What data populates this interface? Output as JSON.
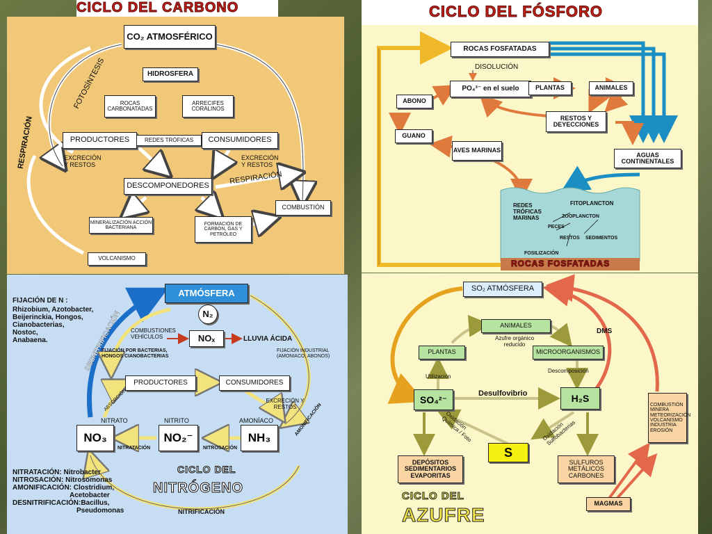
{
  "carbono": {
    "title": "CICLO DEL CARBONO",
    "co2": "CO₂ ATMOSFÉRICO",
    "hidrosfera": "HIDROSFERA",
    "rocas": "ROCAS CARBONATADAS",
    "arrecifes": "ARRECIFES CORALINOS",
    "productores": "PRODUCTORES",
    "redes": "REDES TRÓFICAS",
    "consumidores": "CONSUMIDORES",
    "excrecion1": "EXCRECIÓN Y RESTOS",
    "excrecion2": "EXCRECIÓN Y RESTOS",
    "descomponedores": "DESCOMPONEDORES",
    "respiracion_left": "RESPIRACIÓN",
    "respiracion_right": "RESPIRACIÓN",
    "fotosintesis": "FOTOSÍNTESIS",
    "combustion": "COMBUSTIÓN",
    "mineralizacion": "MINERALIZACIÓN ACCIÓN BACTERIANA",
    "formacion": "FORMACIÓN DE CARBÓN, GAS Y PETRÓLEO",
    "volcanismo": "VOLCANISMO"
  },
  "fosforo": {
    "title": "CICLO DEL FÓSFORO",
    "rocas_fosfatadas": "ROCAS FOSFATADAS",
    "disolucion": "DISOLUCIÓN",
    "po4": "PO₄³⁻ en el suelo",
    "plantas": "PLANTAS",
    "animales": "ANIMALES",
    "abono": "ABONO",
    "restos": "RESTOS Y DEYECCIONES",
    "guano": "GUANO",
    "aves": "AVES MARINAS",
    "aguas": "AGUAS CONTINENTALES",
    "redes": "REDES TRÓFICAS MARINAS",
    "fitoplancton": "FITOPLANCTON",
    "zooplancton": "ZOOPLANCTON",
    "peces": "PECES",
    "restos_m": "RESTOS",
    "sedimentos": "SEDIMENTOS",
    "fosilizacion": "FOSILIZACIÓN",
    "rocas_bottom": "ROCAS FOSFATADAS"
  },
  "nitrogeno": {
    "title1": "CICLO DEL",
    "title2": "NITRÓGENO",
    "atmosfera": "ATMÓSFERA",
    "n2": "N₂",
    "fijacion_n_title": "FIJACIÓN DE N :",
    "fijacion_n_list": [
      "Rhizobium, Azotobacter,",
      "Beijerinckia, Hongos,",
      "Cianobacterias,",
      "Nostoc,",
      "Anabaena."
    ],
    "combustiones": "COMBUSTIONES VEHÍCULOS",
    "nox": "NOₓ",
    "lluvia": "LLUVIA ÁCIDA",
    "fijacion_por": "FIJACIÓN POR BACTERIAS, HONGOS CIANOBACTERIAS",
    "fijacion_industrial": "FIJACIÓN INDUSTRIAL (AMONIACO, ABONOS)",
    "desnitrificacion": "DESNITRIFICACIÓN",
    "productores": "PRODUCTORES",
    "consumidores": "CONSUMIDORES",
    "excrecion": "EXCRECIÓN Y RESTOS",
    "absorcion": "ABSORCIÓN",
    "amonificacion": "AMONIFICACIÓN",
    "nitrato": "NITRATO",
    "nitrito": "NITRITO",
    "amoniaco": "AMONÍACO",
    "no3": "NO₃",
    "no2": "NO₂⁻",
    "nh3": "NH₃",
    "nitratacion": "NITRATACIÓN",
    "nitrosacion": "NITROSACIÓN",
    "nitrificacion": "NITRIFICACIÓN",
    "legend": [
      "NITRATACIÓN: Nitrobacter",
      "NITROSACIÓN: Nitrosomonas",
      "AMONIFICACIÓN: Clostridium,",
      "Acetobacter",
      "DESNITRIFICACIÓN:Bacillus,",
      "Pseudomonas"
    ]
  },
  "azufre": {
    "title1": "CICLO DEL",
    "title2": "AZUFRE",
    "so2": "SO₂ ATMÓSFERA",
    "animales": "ANIMALES",
    "azufre_org": "Azufre orgánico reducido",
    "plantas": "PLANTAS",
    "microorganismos": "MICROORGANISMOS",
    "utilizacion": "Utilización",
    "descomposicion": "Descomposición",
    "dms": "DMS",
    "so4": "SO₄²⁻",
    "desulfovibrio": "Desulfovibrio",
    "h2s": "H₂S",
    "oxidacion1": "Oxidación Química / Foto",
    "oxidacion2": "Oxidación Sulfobacterias",
    "s": "S",
    "depositos": "DEPÓSITOS SEDIMENTARIOS EVAPORITAS",
    "sulfuros": "SULFUROS METÁLICOS CARBONES",
    "combustion": "COMBUSTIÓN MINERA METEORIZACIÓN VOLCANISMO INDUSTRIA EROSIÓN",
    "magmas": "MAGMAS"
  }
}
